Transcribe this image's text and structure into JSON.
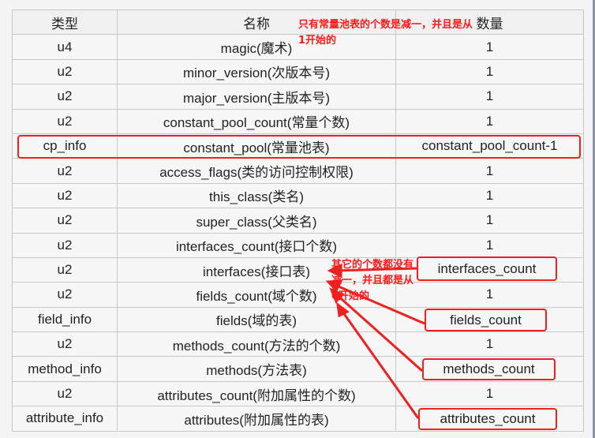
{
  "headers": [
    "类型",
    "名称",
    "数量"
  ],
  "rows": [
    [
      "u4",
      "magic(魔术)",
      "1"
    ],
    [
      "u2",
      "minor_version(次版本号)",
      "1"
    ],
    [
      "u2",
      "major_version(主版本号)",
      "1"
    ],
    [
      "u2",
      "constant_pool_count(常量个数)",
      "1"
    ],
    [
      "cp_info",
      "constant_pool(常量池表)",
      "constant_pool_count-1"
    ],
    [
      "u2",
      "access_flags(类的访问控制权限)",
      "1"
    ],
    [
      "u2",
      "this_class(类名)",
      "1"
    ],
    [
      "u2",
      "super_class(父类名)",
      "1"
    ],
    [
      "u2",
      "interfaces_count(接口个数)",
      "1"
    ],
    [
      "u2",
      "interfaces(接口表)",
      ""
    ],
    [
      "u2",
      "fields_count(域个数)",
      "1"
    ],
    [
      "field_info",
      "fields(域的表)",
      ""
    ],
    [
      "u2",
      "methods_count(方法的个数)",
      "1"
    ],
    [
      "method_info",
      "methods(方法表)",
      ""
    ],
    [
      "u2",
      "attributes_count(附加属性的个数)",
      "1"
    ],
    [
      "attribute_info",
      "attributes(附加属性的表)",
      ""
    ]
  ],
  "annotations": {
    "note1": "只有常量池表的个数是减一，并且是从1开始的",
    "note2": "其它的个数都没有减一，并且都是从0开始的",
    "boxes": [
      "interfaces_count",
      "fields_count",
      "methods_count",
      "attributes_count"
    ]
  },
  "colors": {
    "annotation": "#ee2020"
  }
}
